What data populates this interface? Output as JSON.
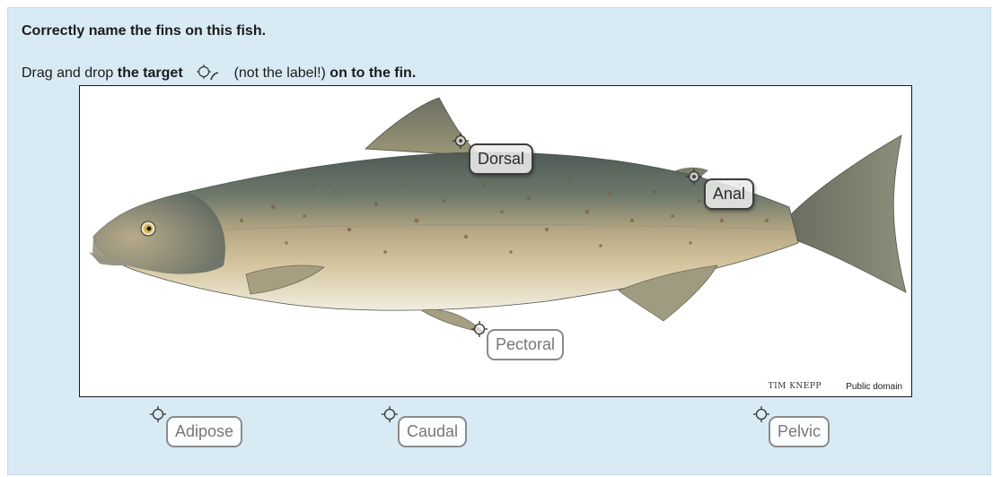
{
  "question": {
    "title": "Correctly name the fins on this fish.",
    "instr_prefix": "Drag and drop",
    "instr_bold1": "the target",
    "instr_middle": "(not the label!)",
    "instr_bold2": "on to the fin."
  },
  "figure": {
    "credit": "Public domain",
    "signature": "TIM KNEPP"
  },
  "labels": {
    "dorsal": "Dorsal",
    "anal": "Anal",
    "pectoral": "Pectoral",
    "adipose": "Adipose",
    "caudal": "Caudal",
    "pelvic": "Pelvic"
  },
  "icons": {
    "target": "crosshair-target-icon",
    "drag_hint": "drag-target-icon"
  },
  "colors": {
    "panel_bg": "#d8ebf5",
    "fish_back": "#57645f",
    "fish_belly": "#e8e0c4"
  }
}
